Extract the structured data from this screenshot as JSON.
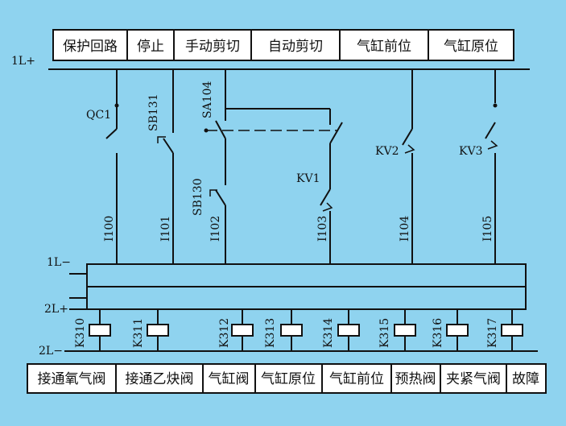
{
  "top_labels": [
    "保护回路",
    "停止",
    "手动剪切",
    "自动剪切",
    "气缸前位",
    "气缸原位"
  ],
  "bottom_labels": [
    "接通氧气阀",
    "接通乙炔阀",
    "气缸阀",
    "气缸原位",
    "气缸前位",
    "预热阀",
    "夹紧气阀",
    "故障"
  ],
  "rails": {
    "l1_plus": "1L+",
    "l1_minus": "1L−",
    "l2_plus": "2L+",
    "l2_minus": "2L−"
  },
  "switches": {
    "qc1": "QC1",
    "sb131": "SB131",
    "sa104": "SA104",
    "sb130": "SB130",
    "kv1": "KV1",
    "kv2": "KV2",
    "kv3": "KV3"
  },
  "inputs": [
    "I100",
    "I101",
    "I102",
    "I103",
    "I104",
    "I105"
  ],
  "outputs": [
    "K310",
    "K311",
    "K312",
    "K313",
    "K314",
    "K315",
    "K316",
    "K317"
  ]
}
